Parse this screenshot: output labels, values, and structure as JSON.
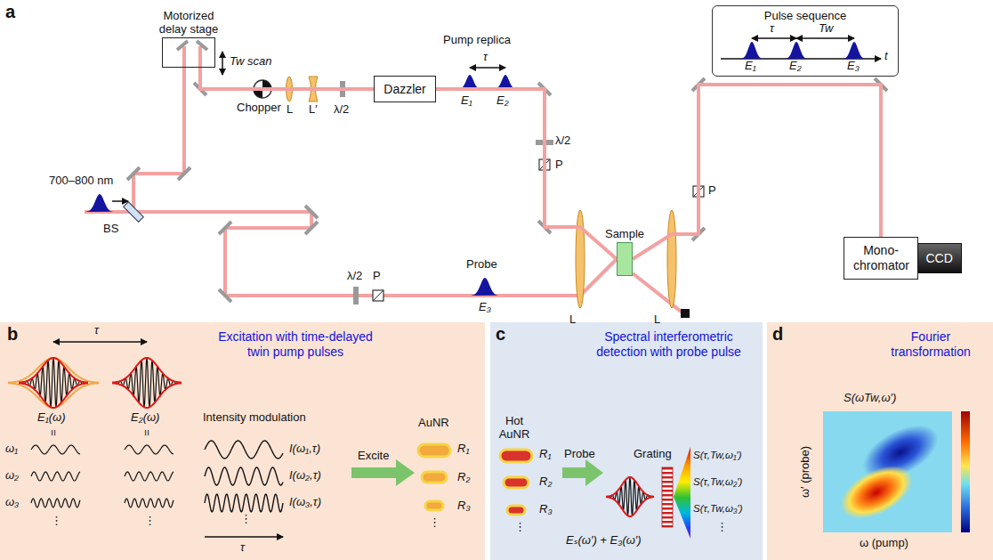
{
  "diagram": {
    "nodes": [
      {
        "text": [
          "Motorized delay stage"
        ]
      },
      {
        "text": [
          "Dazzler"
        ]
      },
      {
        "text": [
          "Sample"
        ]
      },
      {
        "text": [
          "Pulse sequence"
        ]
      },
      {
        "text": [
          "Mono- chromator"
        ]
      },
      {
        "text": [
          "CCD"
        ]
      },
      {
        "text": [
          "b",
          "Excitation with time-delayed twin pump pulses"
        ]
      },
      {
        "text": [
          "c",
          "Spectral interferometric detection with probe pulse"
        ]
      },
      {
        "text": [
          "d",
          "Fourier transformation"
        ]
      }
    ],
    "edges": [
      {
        "from": 0,
        "to": 1,
        "arrow": "none"
      },
      {
        "from": 1,
        "to": 2,
        "arrow": "none"
      },
      {
        "from": 2,
        "to": 4,
        "arrow": "none"
      }
    ],
    "labels": [
      "a",
      "700–800 nm",
      "BS",
      "Tw scan",
      "Chopper",
      "L",
      "L′",
      "λ/2",
      "Pump replica",
      "τ",
      "E₁",
      "E₂",
      "λ/2",
      "P",
      "λ/2",
      "P",
      "Probe",
      "E₃",
      "L",
      "L",
      "P",
      "τ",
      "Tw",
      "E₁",
      "E₂",
      "E₃",
      "t",
      "τ",
      "E₁(ω)",
      "E₂(ω)",
      "=",
      "=",
      "ω₁",
      "ω₂",
      "ω₃",
      "⋮",
      "⋮",
      "Intensity modulation",
      "I(ω₁,τ)",
      "I(ω₂,τ)",
      "I(ω₃,τ)",
      "⋮",
      "τ",
      "Excite",
      "AuNR",
      "R₁",
      "R₂",
      "R₃",
      "⋮",
      "Hot AuNR",
      "R₁",
      "R₂",
      "R₃",
      "⋮",
      "Probe",
      "Grating",
      "Eₛ(ω′) + E₃(ω′)",
      "S(τ,Tw,ω₁′)",
      "S(τ,Tw,ω₂′)",
      "S(τ,Tw,ω₃′)",
      "⋮",
      "S(ωTw,ω′)",
      "ω′ (probe)",
      "ω (pump)"
    ]
  }
}
